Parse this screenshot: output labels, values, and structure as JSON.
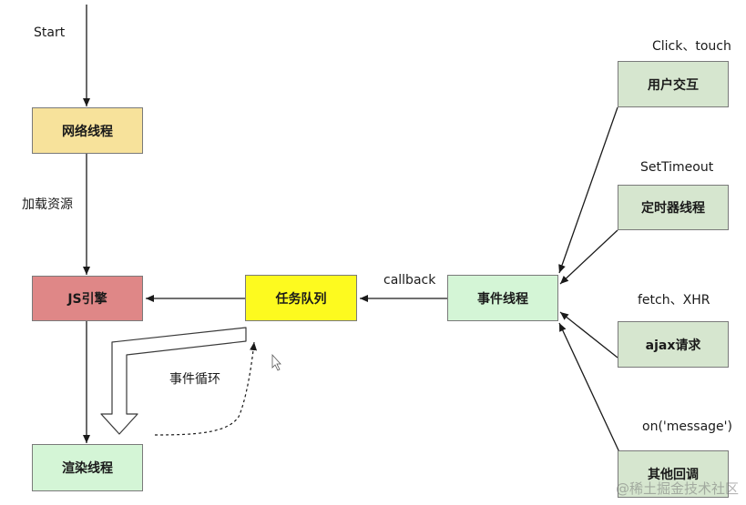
{
  "colors": {
    "yellow_light": "#f7e29b",
    "red_light": "#df8787",
    "yellow": "#fdfa1f",
    "green_light": "#d4f5d6",
    "sage": "#d6e6cf",
    "arrow": "#1a1a1a"
  },
  "nodes": {
    "network_thread": "网络线程",
    "js_engine": "JS引擎",
    "task_queue": "任务队列",
    "event_thread": "事件线程",
    "render_thread": "渲染线程",
    "user_interaction": "用户交互",
    "timer_thread": "定时器线程",
    "ajax_request": "ajax请求",
    "other_callback": "其他回调"
  },
  "labels": {
    "start": "Start",
    "load_resources": "加载资源",
    "callback": "callback",
    "event_loop": "事件循环",
    "click_touch": "Click、touch",
    "settimeout": "SetTimeout",
    "fetch_xhr": "fetch、XHR",
    "on_message": "on('message')"
  },
  "watermark": "@稀土掘金技术社区"
}
